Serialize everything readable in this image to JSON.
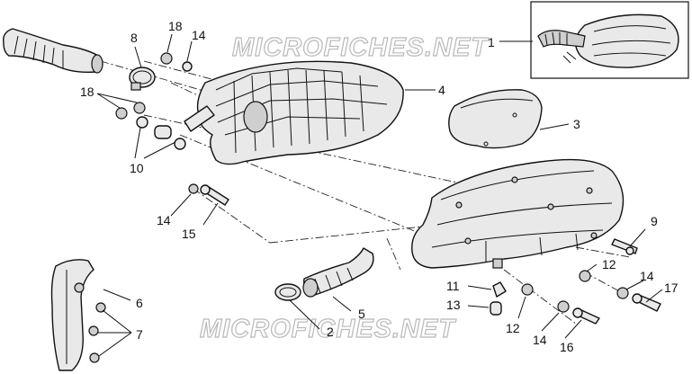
{
  "watermark": {
    "top": "MICROFICHES.NET",
    "bottom": "MICROFICHES.NET"
  },
  "callouts": {
    "c1": "1",
    "c2": "2",
    "c3": "3",
    "c4": "4",
    "c5": "5",
    "c6": "6",
    "c7": "7",
    "c8": "8",
    "c9": "9",
    "c10": "10",
    "c11": "11",
    "c12a": "12",
    "c12b": "12",
    "c13": "13",
    "c14a": "14",
    "c14b": "14",
    "c14c": "14",
    "c14d": "14",
    "c15": "15",
    "c16": "16",
    "c17": "17",
    "c18a": "18",
    "c18b": "18"
  }
}
